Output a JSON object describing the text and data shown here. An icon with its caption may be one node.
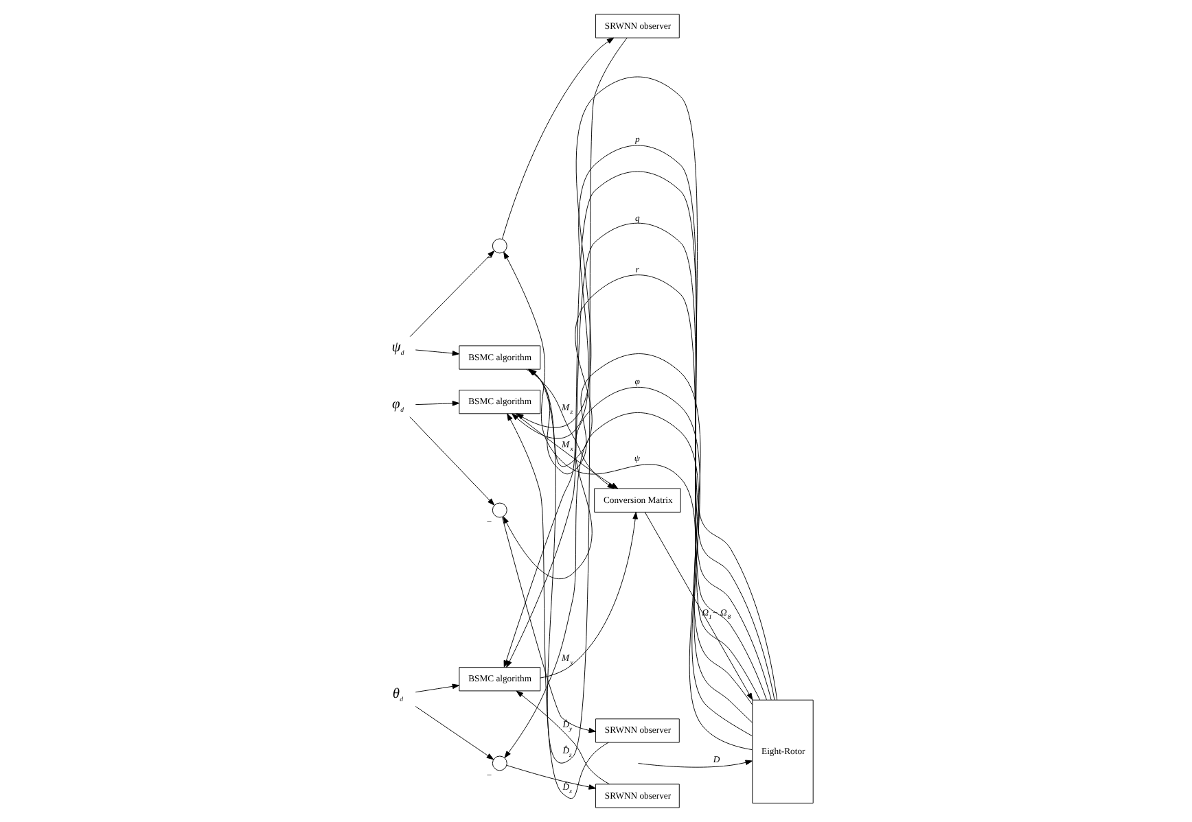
{
  "diagram": {
    "nodes": [
      {
        "text": [
          "φ$_{d}$"
        ]
      },
      {
        "text": [
          "θ$_{d}$"
        ]
      },
      {
        "text": [
          "ψ$_{d}$"
        ]
      },
      {
        "text": [
          "BSMC algorithm"
        ]
      },
      {
        "text": [
          "BSMC algorithm"
        ]
      },
      {
        "text": [
          "BSMC algorithm"
        ]
      },
      {
        "text": [],
        "shape": "circle",
        "beside": [
          "−"
        ]
      },
      {
        "text": [],
        "shape": "circle",
        "beside": [
          "−"
        ]
      },
      {
        "text": [],
        "shape": "circle",
        "beside": [
          "−"
        ]
      },
      {
        "text": [
          "SRWNN observer"
        ]
      },
      {
        "text": [
          "SRWNN observer"
        ]
      },
      {
        "text": [
          "SRWNN observer"
        ]
      },
      {
        "text": [
          "Conversion Matrix"
        ]
      },
      {
        "text": [
          "Eight-Rotor"
        ]
      }
    ],
    "edges": [
      {
        "from": 0,
        "to": 3,
        "arrow": "to"
      },
      {
        "from": 0,
        "to": 6,
        "arrow": "to"
      },
      {
        "from": 13,
        "to": 6,
        "arrow": "to",
        "label": "φ"
      },
      {
        "from": 6,
        "to": 9,
        "arrow": "to"
      },
      {
        "from": 9,
        "to": 3,
        "arrow": "to",
        "label": "D̂$_{x}$"
      },
      {
        "from": 13,
        "to": 3,
        "arrow": "to"
      },
      {
        "from": 13,
        "to": 3,
        "arrow": "to",
        "label": "p"
      },
      {
        "from": 3,
        "to": 12,
        "arrow": "to",
        "label": "M$_{x}$"
      },
      {
        "from": 1,
        "to": 4,
        "arrow": "to"
      },
      {
        "from": 1,
        "to": 7,
        "arrow": "to"
      },
      {
        "from": 13,
        "to": 7,
        "arrow": "to"
      },
      {
        "from": 7,
        "to": 10,
        "arrow": "to"
      },
      {
        "from": 10,
        "to": 4,
        "arrow": "to",
        "label": "D̂$_{y}$"
      },
      {
        "from": 13,
        "to": 4,
        "arrow": "to"
      },
      {
        "from": 13,
        "to": 4,
        "arrow": "to",
        "label": "q"
      },
      {
        "from": 4,
        "to": 12,
        "arrow": "to",
        "label": "M$_{y}$"
      },
      {
        "from": 2,
        "to": 5,
        "arrow": "to"
      },
      {
        "from": 2,
        "to": 8,
        "arrow": "to"
      },
      {
        "from": 13,
        "to": 8,
        "arrow": "to",
        "label": "ψ"
      },
      {
        "from": 8,
        "to": 11,
        "arrow": "to"
      },
      {
        "from": 11,
        "to": 5,
        "arrow": "to",
        "label": "D̂$_{z}$"
      },
      {
        "from": 13,
        "to": 5,
        "arrow": "to",
        "label": "r"
      },
      {
        "from": 13,
        "to": 5,
        "arrow": "to"
      },
      {
        "from": 5,
        "to": 12,
        "arrow": "to",
        "label": "M$_{z}$"
      },
      {
        "from": 12,
        "to": 13,
        "arrow": "to",
        "label": "Ω$_{1}$− Ω$_{8}$"
      },
      {
        "from": null,
        "to": 13,
        "arrow": "to",
        "label": "D"
      }
    ]
  }
}
